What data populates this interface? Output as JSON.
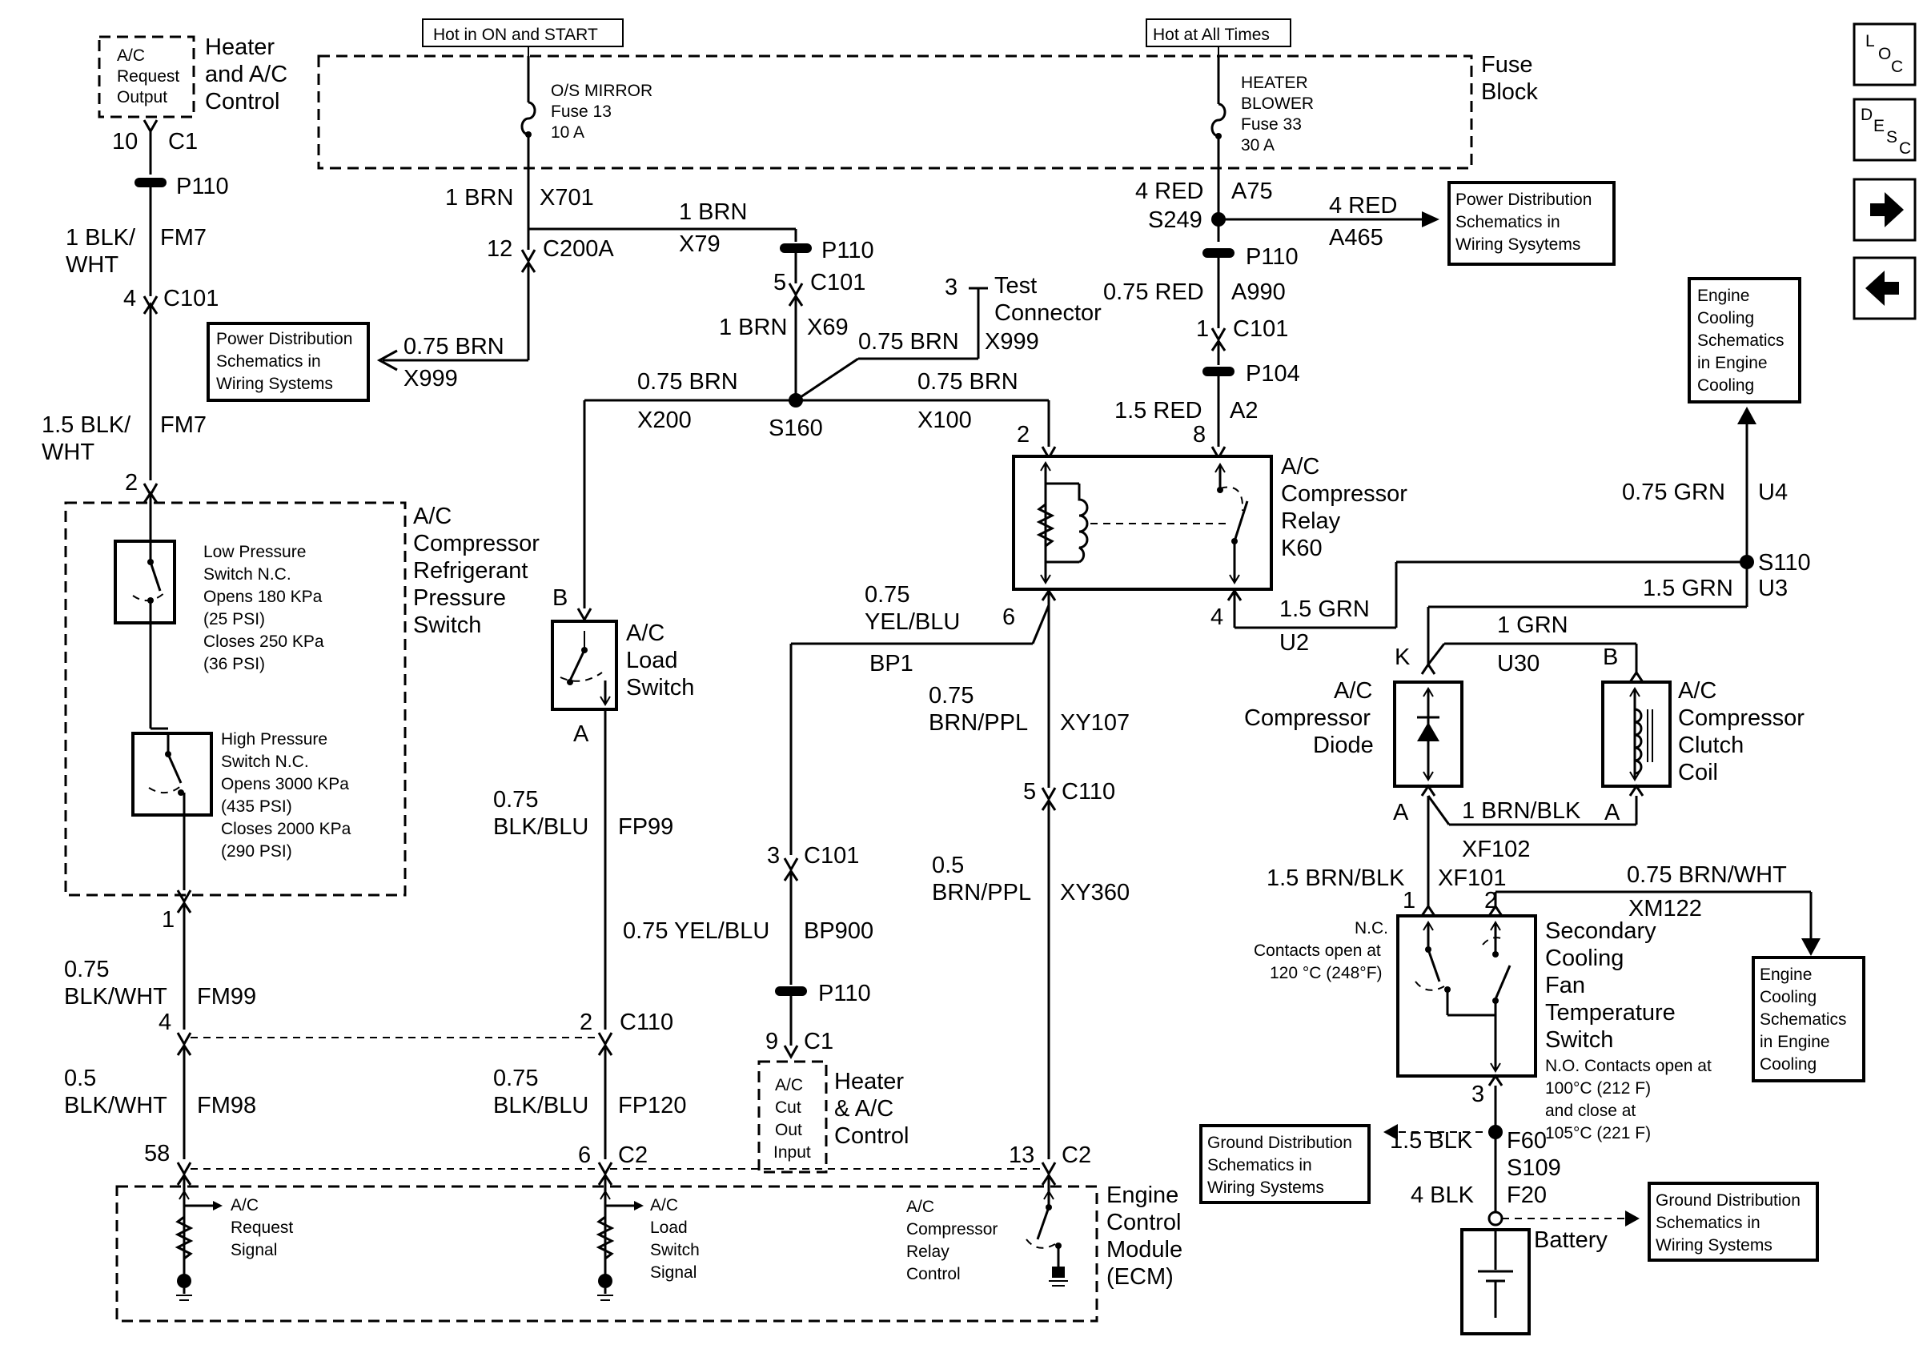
{
  "supply": {
    "hot_on_start": "Hot in ON and START",
    "hot_all_times": "Hot at All Times",
    "fuse_block": [
      "Fuse",
      "Block"
    ],
    "fuse13": [
      "O/S MIRROR",
      "Fuse 13",
      "10 A"
    ],
    "fuse33": [
      "HEATER",
      "BLOWER",
      "Fuse 33",
      "30 A"
    ]
  },
  "hvac_top": {
    "request_output": [
      "A/C",
      "Request",
      "Output"
    ],
    "name": [
      "Heater",
      "and A/C",
      "Control"
    ],
    "c1_pin": "10",
    "c1": "C1"
  },
  "left_circuit": {
    "p110": "P110",
    "fm7_a": [
      "1 BLK/",
      "WHT"
    ],
    "fm7": "FM7",
    "c101_pin": "4",
    "c101": "C101",
    "fm7_b": [
      "1.5 BLK/",
      "WHT"
    ],
    "sw_pin_top": "2",
    "sw_pin_bottom": "1",
    "fm99_gauge": [
      "0.75",
      "BLK/WHT"
    ],
    "fm99": "FM99",
    "c110_pin": "4",
    "fm98_gauge": [
      "0.5",
      "BLK/WHT"
    ],
    "fm98": "FM98",
    "c2_pin": "58"
  },
  "pressure_switch": {
    "name": [
      "A/C",
      "Compressor",
      "Refrigerant",
      "Pressure",
      "Switch"
    ],
    "low": [
      "Low Pressure",
      "Switch N.C.",
      "Opens 180 KPa",
      "(25 PSI)",
      "Closes 250 KPa",
      "(36 PSI)"
    ],
    "high": [
      "High Pressure",
      "Switch N.C.",
      "Opens 3000 KPa",
      "(435 PSI)",
      "Closes 2000 KPa",
      "(290 PSI)"
    ]
  },
  "brn_circuit": {
    "x701_gauge": "1 BRN",
    "x701": "X701",
    "c200a_pin": "12",
    "c200a": "C200A",
    "x79_gauge": "1 BRN",
    "x79": "X79",
    "p110": "P110",
    "c101_pin": "5",
    "c101": "C101",
    "x69_gauge": "1 BRN",
    "x69": "X69",
    "x999_gauge": "0.75 BRN",
    "x999": "X999",
    "x999b_gauge": "0.75 BRN",
    "x999b": "X999",
    "test_pin": "3",
    "test_conn": [
      "Test",
      "Connector"
    ],
    "x200_gauge": "0.75 BRN",
    "x200": "X200",
    "s160": "S160",
    "x100_gauge": "0.75 BRN",
    "x100": "X100",
    "power_dist": [
      "Power Distribution",
      "Schematics in",
      "Wiring Systems"
    ]
  },
  "load_switch": {
    "pin_b": "B",
    "pin_a": "A",
    "name": [
      "A/C",
      "Load",
      "Switch"
    ],
    "fp99_gauge": [
      "0.75",
      "BLK/BLU"
    ],
    "fp99": "FP99",
    "c110_pin": "2",
    "c110": "C110",
    "fp120_gauge": [
      "0.75",
      "BLK/BLU"
    ],
    "fp120": "FP120",
    "c2_pin": "6",
    "c2": "C2"
  },
  "relay": {
    "pin2": "2",
    "pin8": "8",
    "pin6": "6",
    "pin4": "4",
    "name": [
      "A/C",
      "Compressor",
      "Relay",
      "K60"
    ],
    "bp1_gauge": [
      "0.75",
      "YEL/BLU"
    ],
    "bp1": "BP1",
    "xy107_gauge": [
      "0.75",
      "BRN/PPL"
    ],
    "xy107": "XY107",
    "c110_pin": "5",
    "c110": "C110",
    "xy360_gauge": [
      "0.5",
      "BRN/PPL"
    ],
    "xy360": "XY360",
    "c2_pin": "13",
    "c2": "C2"
  },
  "cutout": {
    "c101_pin": "3",
    "c101": "C101",
    "bp900_gauge": "0.75 YEL/BLU",
    "bp900": "BP900",
    "p110": "P110",
    "c1_pin": "9",
    "c1": "C1",
    "input": [
      "A/C",
      "Cut",
      "Out",
      "Input"
    ],
    "name": [
      "Heater",
      "& A/C",
      "Control"
    ]
  },
  "blower_feed": {
    "a75_gauge": "4 RED",
    "a75": "A75",
    "s249": "S249",
    "a465_gauge": "4 RED",
    "a465": "A465",
    "power_dist": [
      "Power Distribution",
      "Schematics in",
      "Wiring Sysytems"
    ],
    "p110": "P110",
    "a990_gauge": "0.75 RED",
    "a990": "A990",
    "c101_pin": "1",
    "c101": "C101",
    "p104": "P104",
    "a2_gauge": "1.5 RED",
    "a2": "A2"
  },
  "grn_circuit": {
    "engine_cooling": [
      "Engine",
      "Cooling",
      "Schematics",
      "in Engine",
      "Cooling"
    ],
    "u4_gauge": "0.75 GRN",
    "u4": "U4",
    "s110": "S110",
    "u3_gauge": "1.5 GRN",
    "u3": "U3",
    "u2_gauge": "1.5 GRN",
    "u2": "U2",
    "u30_gauge": "1 GRN",
    "u30": "U30",
    "pin_k": "K",
    "pin_b": "B"
  },
  "diode": {
    "name": [
      "A/C",
      "Compressor",
      "Diode"
    ],
    "pin_a": "A"
  },
  "clutch": {
    "name": [
      "A/C",
      "Compressor",
      "Clutch",
      "Coil"
    ],
    "pin_a": "A",
    "xf102_gauge": "1 BRN/BLK",
    "xf102": "XF102"
  },
  "fan_switch": {
    "xf101_gauge": "1.5 BRN/BLK",
    "xf101": "XF101",
    "pin1": "1",
    "pin2": "2",
    "pin3": "3",
    "xm122_gauge": "0.75 BRN/WHT",
    "xm122": "XM122",
    "nc_note": [
      "N.C.",
      "Contacts open at",
      "120 °C (248°F)"
    ],
    "name": [
      "Secondary",
      "Cooling",
      "Fan",
      "Temperature",
      "Switch"
    ],
    "no_note": [
      "N.O. Contacts open at",
      "100°C (212  F)",
      "and close at",
      "105°C (221  F)"
    ],
    "engine_cooling": [
      "Engine",
      "Cooling",
      "Schematics",
      "in Engine",
      "Cooling"
    ]
  },
  "ground": {
    "f60_gauge": "1.5 BLK",
    "f60": "F60",
    "s109": "S109",
    "f20_gauge": "4 BLK",
    "f20": "F20",
    "battery": "Battery",
    "ground_dist_a": [
      "Ground Distribution",
      "Schematics in",
      "Wiring Systems"
    ],
    "ground_dist_b": [
      "Ground Distribution",
      "Schematics in",
      "Wiring Systems"
    ]
  },
  "ecm": {
    "name": [
      "Engine",
      "Control",
      "Module",
      "(ECM)"
    ],
    "request_signal": [
      "A/C",
      "Request",
      "Signal"
    ],
    "load_signal": [
      "A/C",
      "Load",
      "Switch",
      "Signal"
    ],
    "relay_control": [
      "A/C",
      "Compressor",
      "Relay",
      "Control"
    ]
  },
  "nav": {
    "loc": [
      "L",
      "O",
      "C"
    ],
    "desc": [
      "D",
      "E",
      "S",
      "C"
    ],
    "next_icon": "right-arrow-icon",
    "prev_icon": "left-arrow-icon"
  }
}
